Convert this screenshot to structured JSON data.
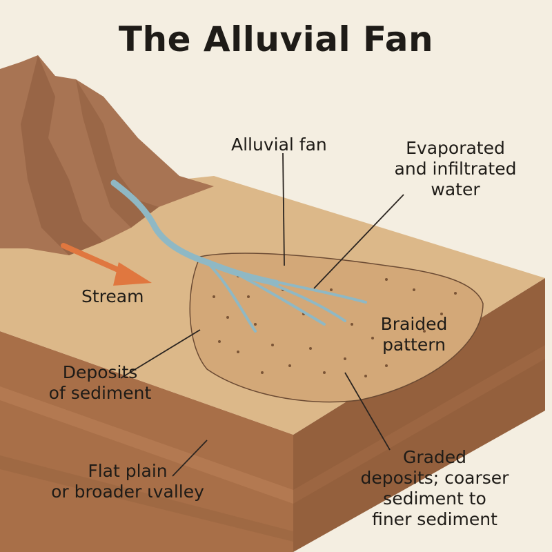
{
  "title": "The Alluvial Fan",
  "colors": {
    "background": "#f4eee1",
    "mountain": "#a87453",
    "plain": "#dcb889",
    "fan": "#d3a878",
    "block_side": "#a86f48",
    "stream": "#8fb8c4",
    "arrow": "#e0773f",
    "text": "#1e1b17"
  },
  "labels": {
    "alluvial_fan": "Alluvial fan",
    "evaporated": [
      "Evaporated",
      "and infiltrated",
      "water"
    ],
    "stream": "Stream",
    "braided": [
      "Braided",
      "pattern"
    ],
    "deposits": [
      "Deposits",
      "of sediment"
    ],
    "flat_plain": [
      "Flat plain",
      "or broader ιvalley"
    ],
    "graded": [
      "Graded",
      "deposits; coarser",
      "sediment  to",
      "finer sediment"
    ]
  }
}
